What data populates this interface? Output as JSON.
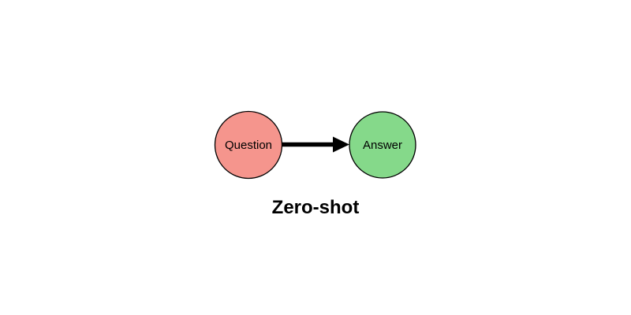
{
  "diagram": {
    "caption": "Zero-shot",
    "nodes": [
      {
        "id": "question",
        "label": "Question",
        "fill": "#f5958d",
        "stroke": "#000000"
      },
      {
        "id": "answer",
        "label": "Answer",
        "fill": "#85d98a",
        "stroke": "#000000"
      }
    ],
    "arrow": {
      "color": "#000000",
      "direction": "right"
    },
    "background": "#ffffff",
    "text_color": "#000000"
  }
}
